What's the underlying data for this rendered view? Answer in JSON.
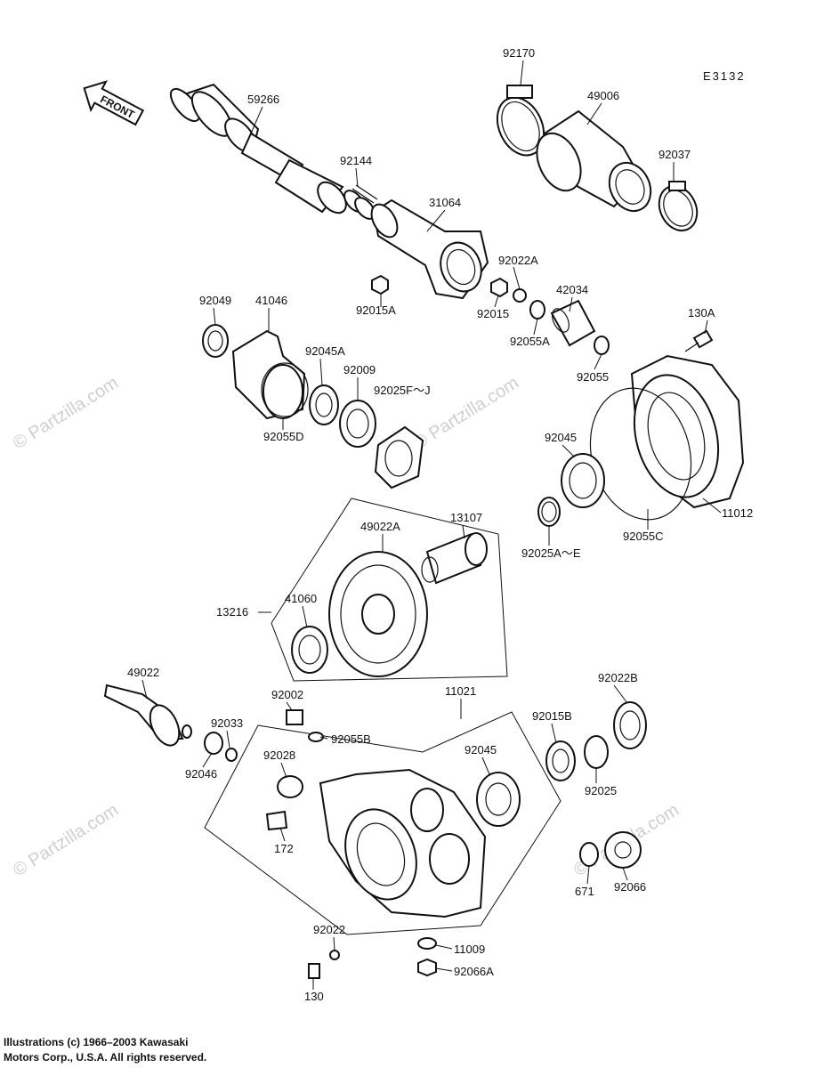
{
  "diagram_code": "E3132",
  "front_label": "FRONT",
  "watermarks": [
    "© Partzilla.com",
    "© Partzilla.com",
    "© Partzilla.com",
    "© Partzilla.com"
  ],
  "copyright": {
    "line1": "Illustrations (c) 1966–2003 Kawasaki",
    "line2": "Motors Corp., U.S.A.  All rights reserved."
  },
  "parts": [
    "92170",
    "49006",
    "92037",
    "59266",
    "92144",
    "31064",
    "92022A",
    "92015A",
    "42034",
    "92015",
    "92055A",
    "92055",
    "130A",
    "92049",
    "41046",
    "92045A",
    "92009",
    "92025F～J",
    "92055D",
    "92045",
    "11012",
    "92025A～E",
    "92055C",
    "49022A",
    "13107",
    "13216",
    "41060",
    "49022",
    "92002",
    "11021",
    "92022B",
    "92015B",
    "92055B",
    "92033",
    "92045",
    "92025",
    "92046",
    "92028",
    "172",
    "671",
    "92066",
    "92022",
    "11009",
    "92066A",
    "130"
  ]
}
